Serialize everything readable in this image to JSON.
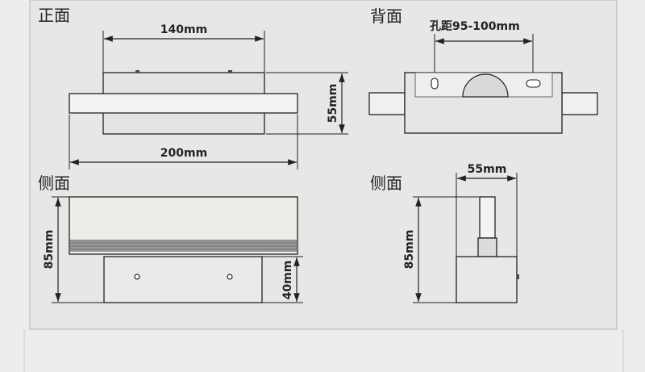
{
  "views": {
    "front": {
      "title": "正面",
      "width_label": "140mm",
      "height_label": "55mm",
      "total_label": "200mm"
    },
    "back": {
      "title": "背面",
      "hole_label": "孔距95-100mm"
    },
    "side_left": {
      "title": "侧面",
      "height_label": "85mm",
      "lower_label": "40mm"
    },
    "side_right": {
      "title": "侧面",
      "width_label": "55mm",
      "height_label": "85mm"
    }
  },
  "colors": {
    "background": "#ededeb",
    "panel": "#e7e7e5",
    "line": "#222222",
    "fill": "#e3e3e1",
    "stripe": "#8c8c8c"
  }
}
